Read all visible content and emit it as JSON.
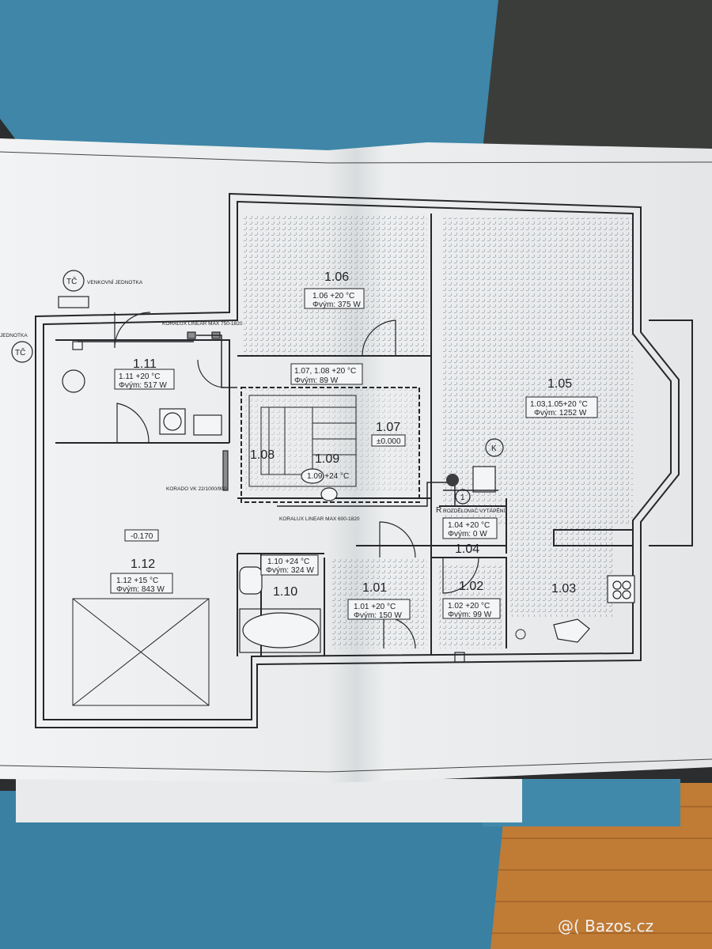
{
  "labels": {
    "tc_symbol": "TČ",
    "venkovni_jednotka": "VENKOVNÍ JEDNOTKA",
    "jednotka": "JEDNOTKA",
    "koralux_top": "KORALUX LINEAR MAX 750-1820",
    "koralux_mid": "KORALUX LINEAR MAX 600-1820",
    "korado": "KORADO VK 22/1000/900",
    "rozdelovac": "ROZDĚLOVAČ VYTÁPĚNÍ",
    "k_symbol": "K",
    "one_symbol": "1",
    "r_symbol": "R"
  },
  "rooms": {
    "r106": {
      "number": "1.06",
      "line1": "1.06 +20 °C",
      "line2": "Φvým: 375 W"
    },
    "r1078": {
      "line1": "1.07, 1.08 +20 °C",
      "line2": "Φvým: 89 W"
    },
    "r105": {
      "number": "1.05",
      "line1": "1.03,1.05+20 °C",
      "line2": "Φvým: 1252 W"
    },
    "r111": {
      "number": "1.11",
      "line1": "1.11 +20 °C",
      "line2": "Φvým: 517 W"
    },
    "r108": {
      "number": "1.08"
    },
    "r109": {
      "number": "1.09",
      "line1": "1.09 +24 °C"
    },
    "r107": {
      "number": "1.07",
      "elevation": "±0.000"
    },
    "r104": {
      "number": "1.04",
      "line1": "1.04 +20 °C",
      "line2": "Φvým: 0 W"
    },
    "r112": {
      "number": "1.12",
      "elevation": "-0.170",
      "line1": "1.12 +15 °C",
      "line2": "Φvým: 843 W"
    },
    "r110": {
      "number": "1.10",
      "line1": "1.10 +24 °C",
      "line2": "Φvým: 324 W"
    },
    "r101": {
      "number": "1.01",
      "line1": "1.01 +20 °C",
      "line2": "Φvým: 150 W"
    },
    "r102": {
      "number": "1.02",
      "line1": "1.02 +20 °C",
      "line2": "Φvým: 99 W"
    },
    "r103": {
      "number": "1.03"
    }
  },
  "watermark": "@( Bazos.cz",
  "colors": {
    "folder_blue": "#3f86a8",
    "paper": "#eef0f1",
    "line": "#25272a",
    "floor": "#c4843d"
  }
}
